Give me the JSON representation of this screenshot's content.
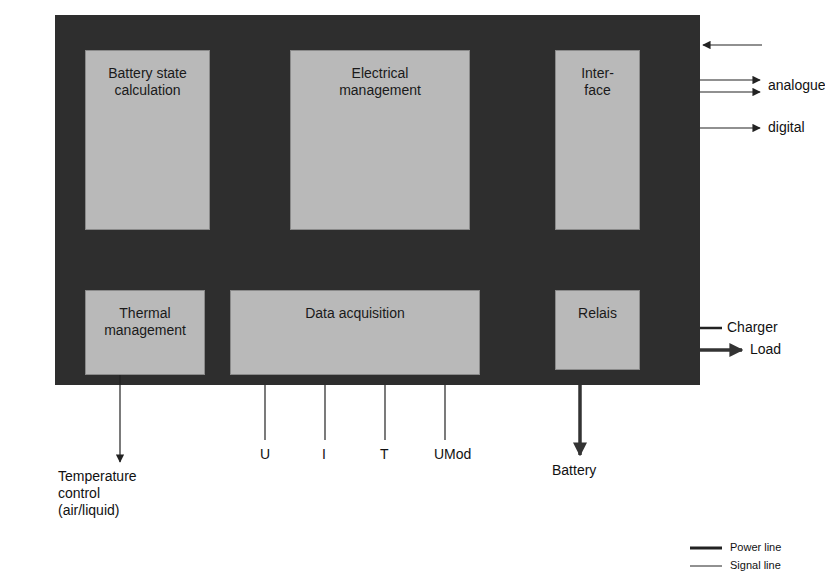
{
  "diagram": {
    "nodes": [
      {
        "text": [
          "Battery state calculation"
        ]
      },
      {
        "text": [
          "Electrical management"
        ]
      },
      {
        "text": [
          "Inter-face"
        ]
      },
      {
        "text": [
          "Thermal management"
        ]
      },
      {
        "text": [
          "Data acquisition"
        ]
      },
      {
        "text": [
          "Relais"
        ]
      }
    ],
    "labels": [
      "analogue",
      "digital",
      "Charger",
      "Load",
      "Temperature control (air/liquid)",
      "U",
      "I",
      "T",
      "UMod",
      "Battery"
    ],
    "legend": [
      {
        "text": "Power line"
      },
      {
        "text": "Signal line"
      }
    ]
  }
}
